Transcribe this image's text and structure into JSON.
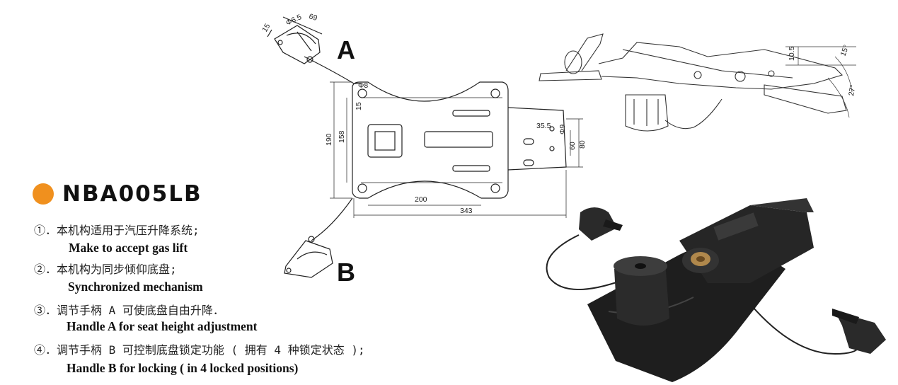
{
  "product": {
    "model": "NBA005LB",
    "accent_color": "#F0901E"
  },
  "features": [
    {
      "cn": "①．本机构适用于汽压升降系统;",
      "en": "Make to accept gas lift"
    },
    {
      "cn": "②．本机构为同步倾仰底盘;",
      "en": "Synchronized mechanism"
    },
    {
      "cn": "③．调节手柄 A 可使底盘自由升降．",
      "en": "Handle A for seat height adjustment"
    },
    {
      "cn": "④．调节手柄 B 可控制底盘锁定功能 ( 拥有 4 种锁定状态 );",
      "en": "Handle B for locking ( in 4 locked positions)"
    }
  ],
  "labels": {
    "handle_a": "A",
    "handle_b": "B"
  },
  "dimensions": {
    "handle_15": "15",
    "handle_phi": "Φ6.5",
    "handle_69": "69",
    "plate_190": "190",
    "plate_158": "158",
    "plate_200": "200",
    "plate_343": "343",
    "hole_phi": "Φ8",
    "hole_15": "15",
    "bracket_35_5": "35.5",
    "bracket_phi": "Φ9",
    "bracket_60": "60",
    "bracket_80": "80",
    "side_10_5": "10.5",
    "side_15deg": "15°",
    "side_27deg": "27°"
  }
}
